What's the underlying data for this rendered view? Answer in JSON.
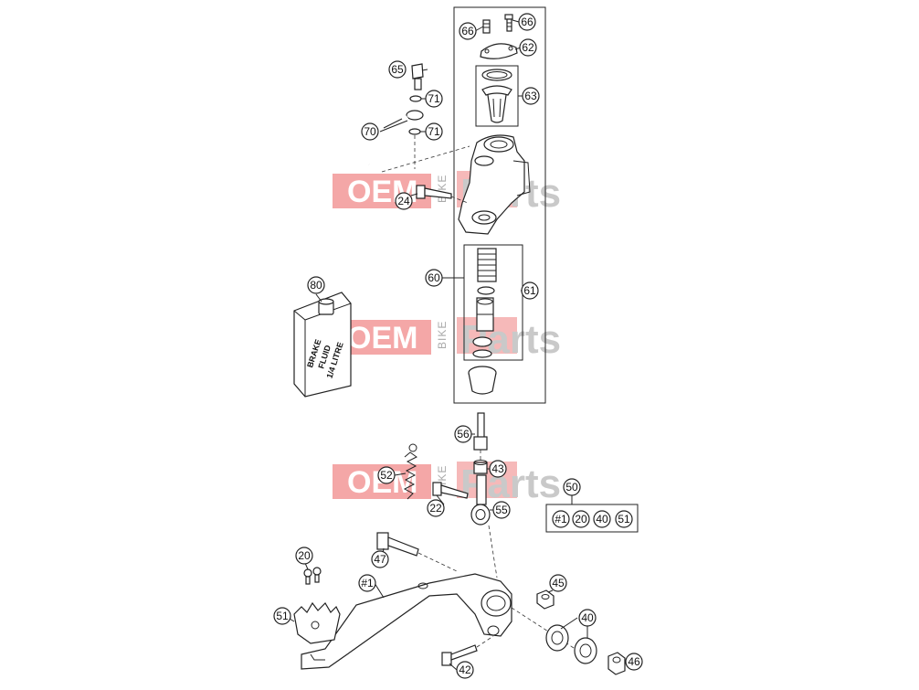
{
  "diagram": {
    "callouts": [
      {
        "id": "c66a",
        "label": "66"
      },
      {
        "id": "c66b",
        "label": "66"
      },
      {
        "id": "c62",
        "label": "62"
      },
      {
        "id": "c65",
        "label": "65"
      },
      {
        "id": "c63",
        "label": "63"
      },
      {
        "id": "c71a",
        "label": "71"
      },
      {
        "id": "c70",
        "label": "70"
      },
      {
        "id": "c71b",
        "label": "71"
      },
      {
        "id": "c24",
        "label": "24"
      },
      {
        "id": "c80",
        "label": "80"
      },
      {
        "id": "c60",
        "label": "60"
      },
      {
        "id": "c61",
        "label": "61"
      },
      {
        "id": "c56",
        "label": "56"
      },
      {
        "id": "c52",
        "label": "52"
      },
      {
        "id": "c43",
        "label": "43"
      },
      {
        "id": "c50",
        "label": "50"
      },
      {
        "id": "c22",
        "label": "22"
      },
      {
        "id": "c55",
        "label": "55"
      },
      {
        "id": "c47",
        "label": "47"
      },
      {
        "id": "c20",
        "label": "20"
      },
      {
        "id": "c1",
        "label": "#1"
      },
      {
        "id": "c45",
        "label": "45"
      },
      {
        "id": "c51",
        "label": "51"
      },
      {
        "id": "c40",
        "label": "40"
      },
      {
        "id": "c42",
        "label": "42"
      },
      {
        "id": "c46",
        "label": "46"
      }
    ],
    "kit_box": [
      "#1",
      "20",
      "40",
      "51"
    ],
    "brake_fluid_label": [
      "BRAKE",
      "FLUID",
      "1/4 LITRE"
    ],
    "watermark": {
      "left": "OEM",
      "middle": "BIKE",
      "right": "Parts"
    }
  }
}
